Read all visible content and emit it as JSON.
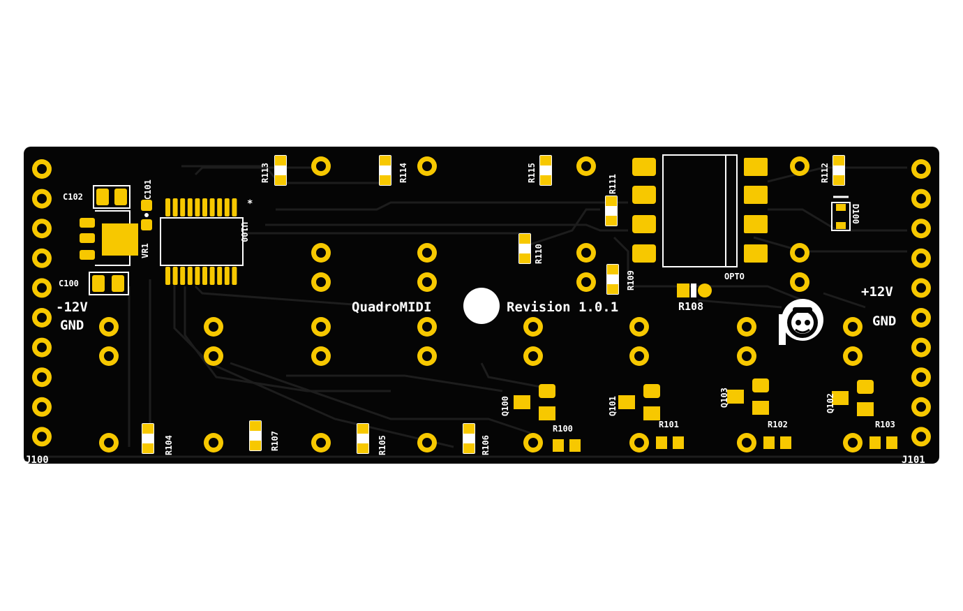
{
  "board": {
    "title_left": "QuadroMIDI",
    "title_right": "Revision 1.0.1",
    "labels": {
      "neg12": "-12V",
      "gnd_left": "GND",
      "pos12": "+12V",
      "gnd_right": "GND",
      "j100": "J100",
      "j101": "J101"
    },
    "designators": {
      "c102": "C102",
      "c101": "C101",
      "c100": "C100",
      "vr1": "VR1",
      "u100": "U100",
      "u100_star": "*",
      "r113": "R113",
      "r114": "R114",
      "r115": "R115",
      "r111": "R111",
      "r112": "R112",
      "d100": "D100",
      "opto": "OPTO",
      "r110": "R110",
      "r109": "R109",
      "r108": "R108",
      "r104": "R104",
      "r107": "R107",
      "r105": "R105",
      "r106": "R106",
      "q100": "Q100",
      "r100": "R100",
      "q101": "Q101",
      "r101": "R101",
      "q103": "Q103",
      "r102": "R102",
      "q102": "Q102",
      "r103": "R103"
    }
  },
  "colors": {
    "background": "#ffffff",
    "board": "#050505",
    "pad": "#f7c800",
    "hole": "#050505",
    "silkscreen": "#ffffff",
    "trace": "#1c1c1c"
  }
}
